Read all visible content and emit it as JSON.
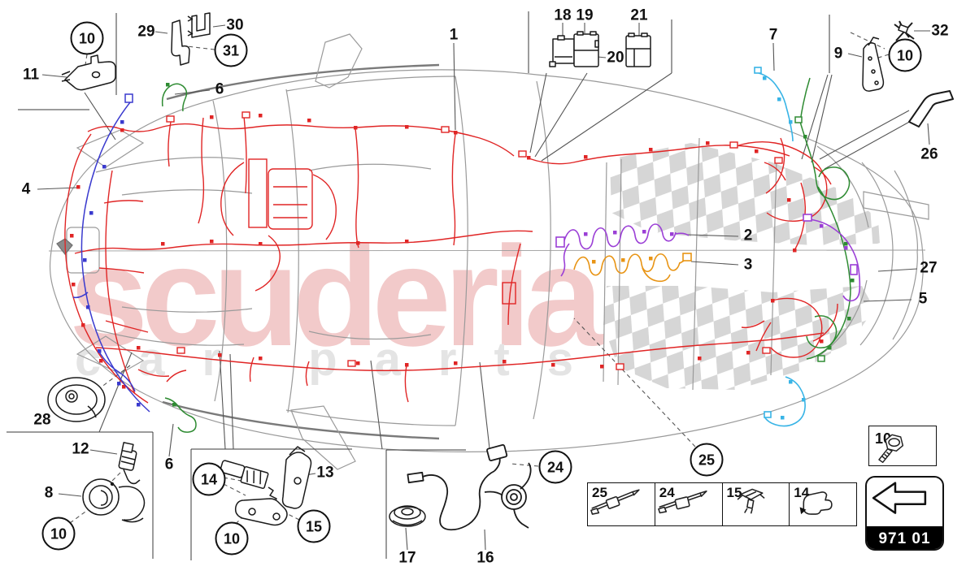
{
  "watermark": {
    "title": "scuderia",
    "subtitle": "car parts"
  },
  "callouts": {
    "plain": [
      {
        "label": "11"
      },
      {
        "label": "29"
      },
      {
        "label": "30"
      },
      {
        "label": "6"
      },
      {
        "label": "1"
      },
      {
        "label": "18"
      },
      {
        "label": "19"
      },
      {
        "label": "20"
      },
      {
        "label": "21"
      },
      {
        "label": "7"
      },
      {
        "label": "9"
      },
      {
        "label": "32"
      },
      {
        "label": "26"
      },
      {
        "label": "4"
      },
      {
        "label": "2"
      },
      {
        "label": "3"
      },
      {
        "label": "27"
      },
      {
        "label": "5"
      },
      {
        "label": "28"
      },
      {
        "label": "12"
      },
      {
        "label": "8"
      },
      {
        "label": "6"
      },
      {
        "label": "13"
      },
      {
        "label": "17"
      },
      {
        "label": "16"
      }
    ],
    "circled": [
      {
        "label": "10"
      },
      {
        "label": "31"
      },
      {
        "label": "10"
      },
      {
        "label": "10"
      },
      {
        "label": "14"
      },
      {
        "label": "10"
      },
      {
        "label": "15"
      },
      {
        "label": "24"
      },
      {
        "label": "25"
      }
    ]
  },
  "legend": {
    "clips": [
      {
        "label": "25",
        "icon": "cable-tie-clip-icon"
      },
      {
        "label": "24",
        "icon": "cable-tie-clip-icon"
      },
      {
        "label": "15",
        "icon": "push-rivet-clip-icon"
      },
      {
        "label": "14",
        "icon": "edge-clip-icon"
      }
    ],
    "bolt": {
      "label": "10",
      "icon": "hex-bolt-icon"
    },
    "nav": {
      "page_code": "971 01",
      "icon": "back-arrow-icon"
    }
  },
  "colors": {
    "harness_red": "#e02525",
    "harness_blue": "#3a3ace",
    "wire_green": "#2e8b32",
    "wire_cyan": "#38b4e6",
    "harness_purple": "#9b3fd6",
    "harness_orange": "#e89414",
    "watermark_pink": "#f2caca",
    "watermark_gray": "#e4e4e4",
    "outline_gray": "#9a9a9a",
    "ink": "#1a1a1a"
  }
}
